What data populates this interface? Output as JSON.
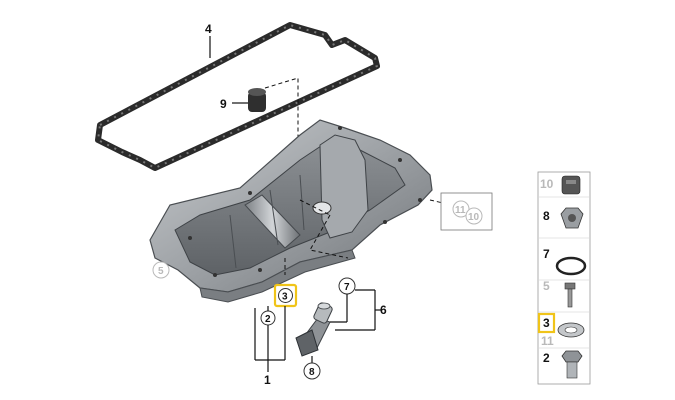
{
  "diagram": {
    "callouts": {
      "gasket": "4",
      "plug_top": "9",
      "hose_clip": "5",
      "sensor_right_a": "11",
      "sensor_right_b": "10",
      "drain_plug_hl": "3",
      "drain_plug": "2",
      "sensor_group": "1",
      "oil_level_sensor": "7",
      "sensor_bracket_group": "6",
      "sensor_nut": "8"
    },
    "legend": {
      "items": [
        {
          "number": "10",
          "muted": true
        },
        {
          "number": "8",
          "muted": false
        },
        {
          "number": "7",
          "muted": false
        },
        {
          "number": "5",
          "muted": true
        },
        {
          "number": "3",
          "muted": false,
          "highlighted": true
        },
        {
          "number": "11",
          "muted": true
        },
        {
          "number": "2",
          "muted": false
        }
      ]
    },
    "colors": {
      "highlight": "#f0c419",
      "muted_text": "#b9b9b9",
      "outline": "#111111"
    }
  }
}
